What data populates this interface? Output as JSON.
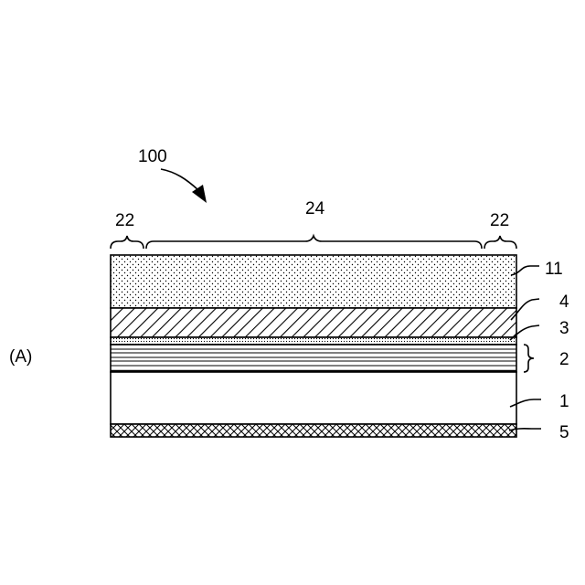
{
  "figure": {
    "panel_label": "(A)",
    "device_label": "100"
  },
  "regions": [
    {
      "label": "22"
    },
    {
      "label": "24"
    },
    {
      "label": "22"
    }
  ],
  "layers": [
    {
      "label": "11"
    },
    {
      "label": "4"
    },
    {
      "label": "3"
    },
    {
      "label": "2"
    },
    {
      "label": "1"
    },
    {
      "label": "5"
    }
  ]
}
